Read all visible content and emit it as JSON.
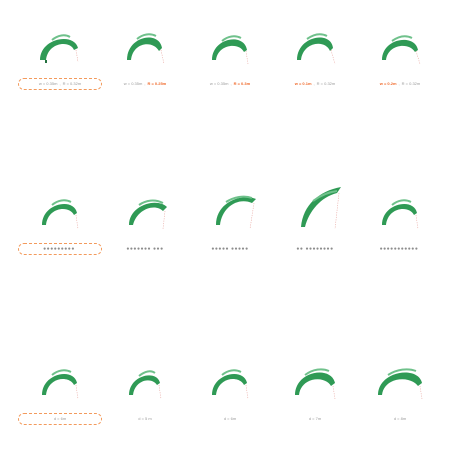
{
  "colors": {
    "leaf_fill": "#2f9a55",
    "leaf_dark": "#23713f",
    "leaf_rib": "#6fc18b",
    "line": "#e8a7a1",
    "accent": "#f06a2b",
    "muted": "#9a9a9a"
  },
  "rows": [
    {
      "cells": [
        {
          "a": "w = 0.35m",
          "b": "R = 0.32m",
          "emph": "",
          "selected": true
        },
        {
          "a": "w = 0.35m",
          "b": "R = 0.25m",
          "emph": "b",
          "selected": false
        },
        {
          "a": "w = 0.35m",
          "b": "R = 0.3m",
          "emph": "b",
          "selected": false
        },
        {
          "a": "w = 0.1m",
          "b": "R = 0.32m",
          "emph": "a",
          "selected": false
        },
        {
          "a": "w = 0.2m",
          "b": "R = 0.32m",
          "emph": "a",
          "selected": false
        }
      ]
    },
    {
      "cells": [
        {
          "dots": "●●●●●●●●●",
          "fade": "",
          "selected": true
        },
        {
          "dots": "●●●●●●●",
          "fade": "●●●",
          "selected": false
        },
        {
          "dots": "●●●●●",
          "fade": "●●●●●",
          "selected": false
        },
        {
          "dots": "●●",
          "fade": "●●●●●●●●",
          "selected": false
        },
        {
          "dots": "●●●●●●●●●●●",
          "fade": "",
          "selected": false
        }
      ]
    },
    {
      "cells": [
        {
          "text": "d = 6m",
          "selected": true
        },
        {
          "text": "d = 5 m",
          "selected": false
        },
        {
          "text": "d = 6m",
          "selected": false
        },
        {
          "text": "d = 7m",
          "selected": false
        },
        {
          "text": "d = 8m",
          "selected": false
        }
      ]
    }
  ]
}
